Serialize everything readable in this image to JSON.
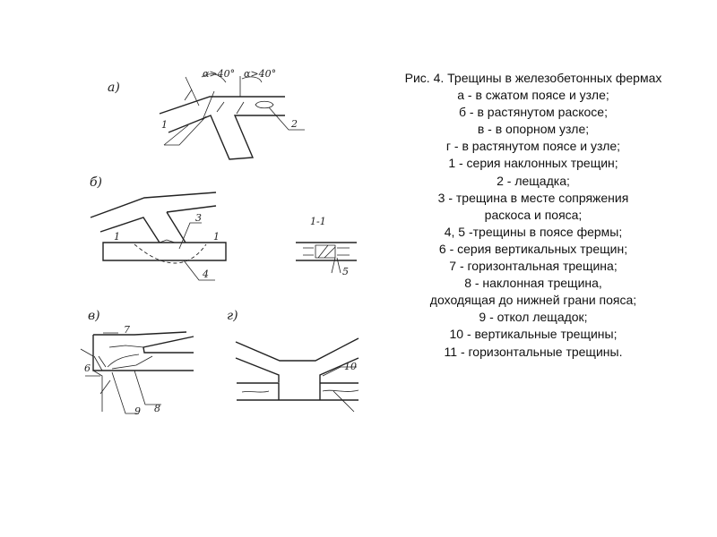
{
  "caption": {
    "title": "Рис. 4. Трещины в железобетонных фермах",
    "lines": [
      "а - в сжатом поясе и узле;",
      "б - в растянутом раскосе;",
      "в - в опорном узле;",
      "г - в растянутом поясе и узле;",
      "1 - серия наклонных трещин;",
      "2 - лещадка;",
      "3 - трещина в месте сопряжения",
      "раскоса и пояса;",
      "4, 5 -трещины в поясе фермы;",
      "6 - серия вертикальных трещин;",
      "7 - горизонтальная трещина;",
      "8 - наклонная трещина,",
      "доходящая до нижней грани пояса;",
      "9 - откол лещадок;",
      "10 - вертикальные трещины;",
      "11 - горизонтальные трещины."
    ]
  },
  "figure": {
    "panel_a": {
      "label": "а)",
      "angle1": "α>40°",
      "angle2": "α>40°",
      "mark1": "1",
      "mark2": "2"
    },
    "panel_b": {
      "label": "б)",
      "mark3": "3",
      "mark4": "4",
      "section_mark_left": "1",
      "section_mark_right": "1",
      "section_title": "1-1",
      "mark5": "5"
    },
    "panel_v": {
      "label": "в)",
      "mark6": "6",
      "mark7": "7",
      "mark8": "8",
      "mark9": "9"
    },
    "panel_g": {
      "label": "г)",
      "mark10": "10"
    }
  }
}
